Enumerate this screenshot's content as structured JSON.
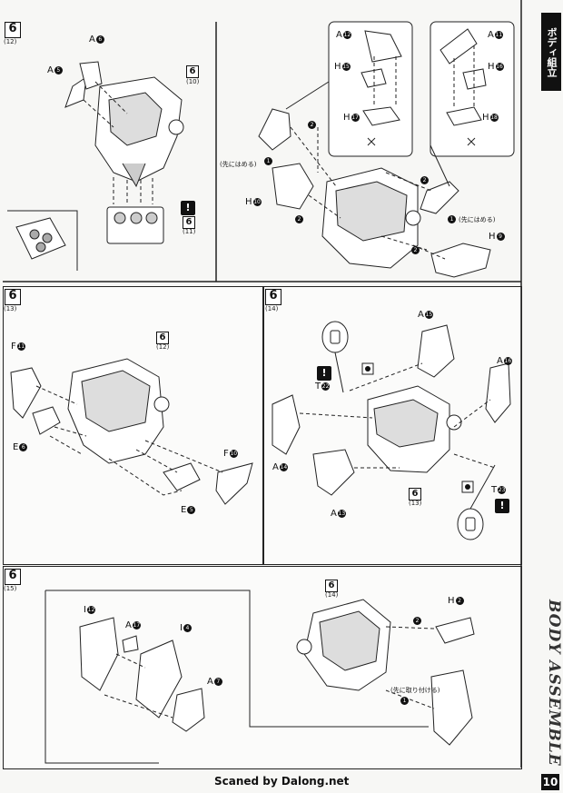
{
  "side_tab": "ボディ組立",
  "side_title": "BODY ASSEMBLE",
  "footer": "Scaned by Dalong.net",
  "page_number": "10",
  "steps": [
    {
      "num": "6",
      "sub": "(12)",
      "labels": {
        "a6": "A",
        "a6n": "6",
        "a5": "A",
        "a5n": "5",
        "ref6": "6",
        "ref6sub": "(10)",
        "ref6b": "6",
        "ref6bsub": "(11)",
        "a12": "A",
        "a12n": "12",
        "h15": "H",
        "h15n": "15",
        "h17": "H",
        "h17n": "17",
        "a11": "A",
        "a11n": "11",
        "h16": "H",
        "h16n": "16",
        "h18": "H",
        "h18n": "18",
        "h10": "H",
        "h10n": "10",
        "h9": "H",
        "h9n": "9",
        "note1": "(先にはめる)",
        "note2": "(先にはめる)",
        "n1": "1",
        "n2": "2",
        "n1b": "1",
        "n2b": "2"
      }
    },
    {
      "num": "6",
      "sub": "(13)",
      "labels": {
        "f11": "F",
        "f11n": "11",
        "e6": "E",
        "e6n": "6",
        "ref": "6",
        "refsub": "(12)",
        "f10": "F",
        "f10n": "10",
        "e5": "E",
        "e5n": "5"
      }
    },
    {
      "num": "6",
      "sub": "(14)",
      "labels": {
        "a15": "A",
        "a15n": "15",
        "a16": "A",
        "a16n": "16",
        "t22": "T",
        "t22n": "22",
        "t23": "T",
        "t23n": "23",
        "a14": "A",
        "a14n": "14",
        "a13": "A",
        "a13n": "13",
        "ref": "6",
        "refsub": "(13)"
      }
    },
    {
      "num": "6",
      "sub": "(15)",
      "labels": {
        "i2": "I",
        "i2n": "12",
        "a17": "A",
        "a17n": "17",
        "i4": "I",
        "i4n": "4",
        "a7": "A",
        "a7n": "7",
        "ref": "6",
        "refsub": "(14)",
        "h2": "H",
        "h2n": "2",
        "note": "(先に取り付ける)",
        "n1": "1",
        "n2": "2"
      }
    }
  ],
  "warning_mark": "!"
}
